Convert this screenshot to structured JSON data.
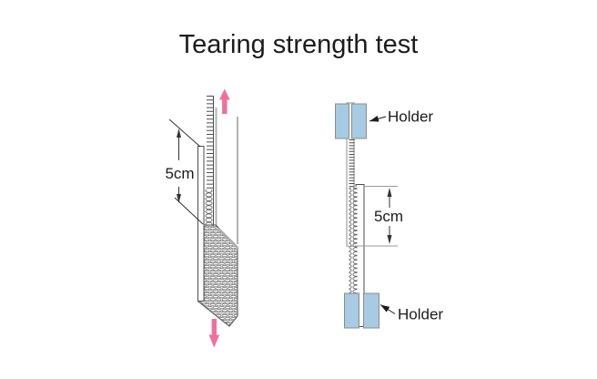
{
  "title": "Tearing strength test",
  "colors": {
    "accent_pink": "#f0709a",
    "holder_blue": "#a6cbe2",
    "holder_border": "#8c8c8c",
    "light_gray": "#b3b3b3",
    "line_dark": "#4d4d4d",
    "text": "#1c1c1c"
  },
  "icons": {
    "pull_up": "arrow-up",
    "pull_down": "arrow-down"
  },
  "left_figure": {
    "dimension_label": "5cm"
  },
  "right_figure": {
    "dimension_label": "5cm",
    "holder_top_label": "Holder",
    "holder_bottom_label": "Holder"
  }
}
